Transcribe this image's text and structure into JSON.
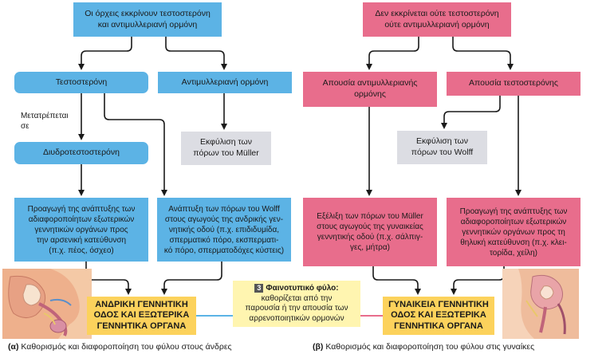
{
  "male": {
    "top": "Οι όρχεις εκκρίνουν τεστοστερόνη\nκαι αντιμυλλεριανή ορμόνη",
    "testosterone": "Τεστοστερόνη",
    "converted": "Μετατρέπεται\nσε",
    "dht": "Διυδροτεστοστερόνη",
    "amh": "Αντιμυλλεριανή ορμόνη",
    "muller_regress": "Εκφύλιση των\nπόρων του Müller",
    "external_dev": "Προαγωγή της ανάπτυξης των\nαδιαφοροποίητων εξωτερικών\nγεννητικών οργάνων προς\nτην αρσενική κατεύθυνση\n(π.χ. πέος, όσχεο)",
    "wolff_dev": "Ανάπτυξη των πόρων του Wolff\nστους αγωγούς της ανδρικής γεν-\nνητικής οδού (π.χ. επιδιδυμίδα,\nσπερματικό πόρο, εκσπερματι-\nκό πόρο, σπερματοδόχες κύστεις)",
    "result": "ΑΝΔΡΙΚΗ ΓΕΝΝΗΤΙΚΗ\nΟΔΟΣ ΚΑΙ ΕΞΩΤΕΡΙΚΑ\nΓΕΝΝΗΤΙΚΑ ΟΡΓΑΝΑ",
    "caption_letter": "(α)",
    "caption": "Καθορισμός και διαφοροποίηση του φύλου στους άνδρες"
  },
  "female": {
    "top": "Δεν εκκρίνεται ούτε τεστοστερόνη\nούτε αντιμυλλεριανή ορμόνη",
    "no_amh": "Απουσία αντιμυλλεριανής\nορμόνης",
    "no_testosterone": "Απουσία τεστοστερόνης",
    "wolff_regress": "Εκφύλιση των\nπόρων του Wolff",
    "muller_dev": "Εξέλιξη των πόρων του Müller\nστους αγωγούς της γυναικείας\nγεννητικής οδού (π.χ. σάλπιγ-\nγες, μήτρα)",
    "external_dev": "Προαγωγή της ανάπτυξης των\nαδιαφοροποίητων εξωτερικών\nγεννητικών οργάνων προς τη\nθηλυκή κατεύθυνση (π.χ. κλει-\nτορίδα, χείλη)",
    "result": "ΓΥΝΑΙΚΕΙΑ ΓΕΝΝΗΤΙΚΗ\nΟΔΟΣ ΚΑΙ ΕΞΩΤΕΡΙΚΑ\nΓΕΝΝΗΤΙΚΑ ΟΡΓΑΝΑ",
    "caption_letter": "(β)",
    "caption": "Καθορισμός και διαφοροποίηση του φύλου στις γυναίκες"
  },
  "phenotypic": {
    "number": "3",
    "title": "Φαινοτυπικό φύλο:",
    "text": "καθορίζεται από την\nπαρουσία ή την απουσία των\nαρρενοποιητικών ορμονών"
  },
  "colors": {
    "male": "#5cb3e5",
    "female": "#e86d8c",
    "neutral": "#dcdde3",
    "result": "#fcd25c",
    "phenotypic": "#fff5b0"
  }
}
